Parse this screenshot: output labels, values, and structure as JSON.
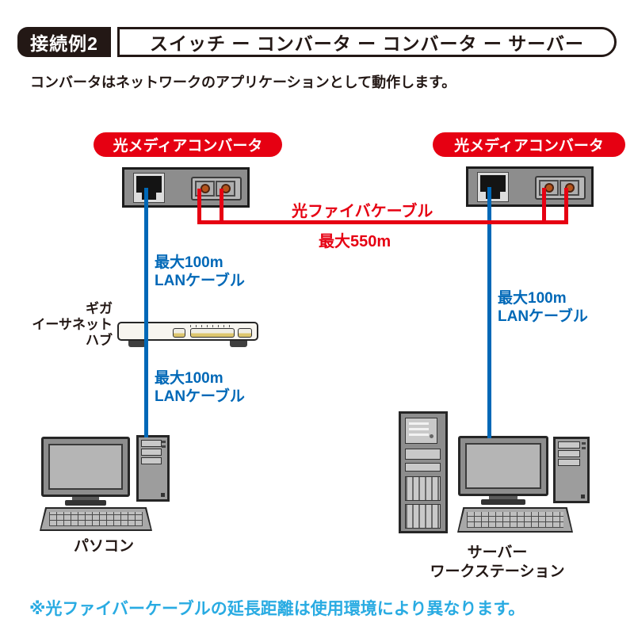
{
  "header": {
    "badge": "接続例2",
    "title": "スイッチ ー コンバータ ー コンバータ ー サーバー"
  },
  "intro": "コンバータはネットワークのアプリケーションとして動作します。",
  "converter_left": {
    "label": "光メディアコンバータ"
  },
  "converter_right": {
    "label": "光メディアコンバータ"
  },
  "fiber": {
    "name": "光ファイバケーブル",
    "max_length": "最大550m"
  },
  "lan": {
    "max_length": "最大100m",
    "name": "LANケーブル"
  },
  "hub": {
    "label_lines": [
      "ギガ",
      "イーサネット",
      "ハブ"
    ]
  },
  "pc": {
    "label": "パソコン"
  },
  "server": {
    "label_lines": [
      "サーバー",
      "ワークステーション"
    ]
  },
  "footnote": "※光ファイバーケーブルの延長距離は使用環境により異なります。",
  "colors": {
    "red": "#e60012",
    "blue": "#0068b7",
    "light_blue": "#29abe2",
    "ink": "#231815"
  }
}
